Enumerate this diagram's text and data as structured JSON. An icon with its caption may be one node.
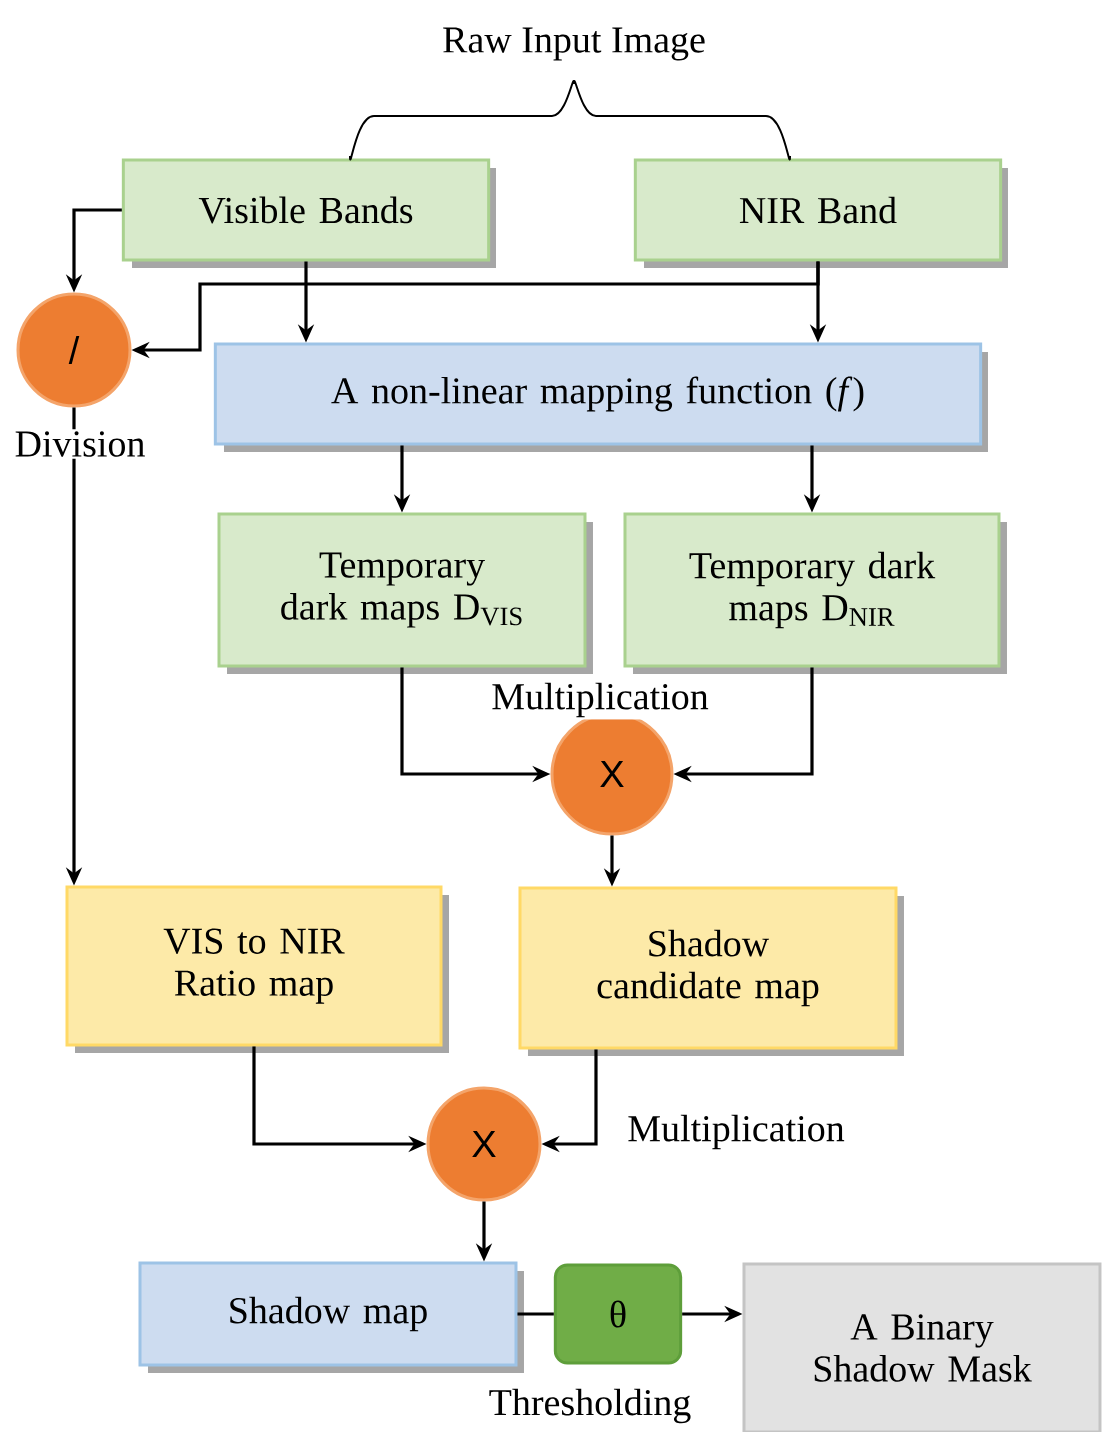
{
  "diagram": {
    "nodes": [
      {
        "text": [
          "Visible Bands"
        ]
      },
      {
        "text": [
          "NIR Band"
        ]
      },
      {
        "text": [
          "/"
        ],
        "beside": [
          "Division"
        ]
      },
      {
        "text": [
          "A non-linear mapping function (*f*)"
        ]
      },
      {
        "text": [
          "Temporary dark maps D$_{VIS}$"
        ]
      },
      {
        "text": [
          "Temporary dark maps D$_{NIR}$"
        ]
      },
      {
        "text": [
          "X"
        ],
        "beside": [
          "Multiplication"
        ]
      },
      {
        "text": [
          "VIS to NIR Ratio map"
        ]
      },
      {
        "text": [
          "Shadow candidate map"
        ]
      },
      {
        "text": [
          "X"
        ],
        "beside": [
          "Multiplication"
        ]
      },
      {
        "text": [
          "Shadow map"
        ]
      },
      {
        "text": [
          "θ"
        ],
        "beside": [
          "Thresholding"
        ]
      },
      {
        "text": [
          "A Binary Shadow Mask"
        ]
      }
    ],
    "edges": [
      {
        "from": 0,
        "to": 2,
        "arrow": "to"
      },
      {
        "from": 1,
        "to": 2,
        "arrow": "to"
      },
      {
        "from": 0,
        "to": 3,
        "arrow": "to"
      },
      {
        "from": 1,
        "to": 3,
        "arrow": "to"
      },
      {
        "from": 3,
        "to": 4,
        "arrow": "to"
      },
      {
        "from": 3,
        "to": 5,
        "arrow": "to"
      },
      {
        "from": 4,
        "to": 6,
        "arrow": "to"
      },
      {
        "from": 5,
        "to": 6,
        "arrow": "to"
      },
      {
        "from": 2,
        "to": 7,
        "arrow": "to"
      },
      {
        "from": 6,
        "to": 8,
        "arrow": "to"
      },
      {
        "from": 7,
        "to": 9,
        "arrow": "to"
      },
      {
        "from": 8,
        "to": 9,
        "arrow": "to"
      },
      {
        "from": 9,
        "to": 10,
        "arrow": "to"
      },
      {
        "from": 10,
        "to": 11,
        "arrow": "none"
      },
      {
        "from": 11,
        "to": 12,
        "arrow": "to"
      }
    ],
    "labels": [
      "Raw Input Image"
    ]
  }
}
